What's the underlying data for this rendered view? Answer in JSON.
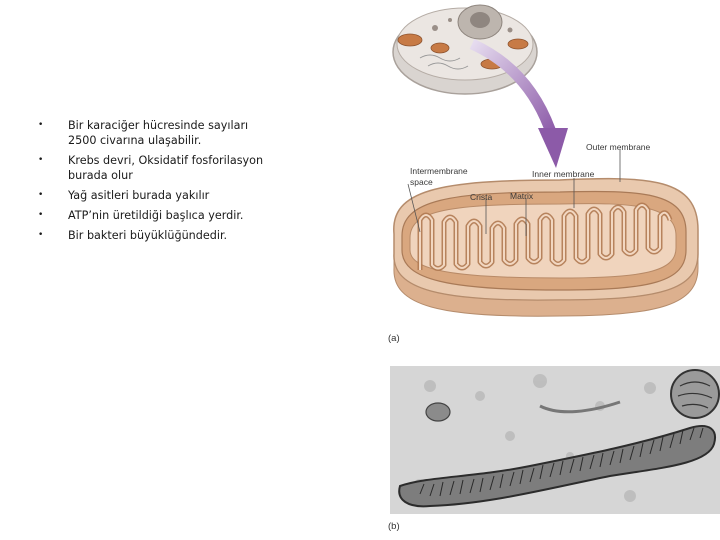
{
  "bullets": [
    "Bir karaciğer hücresinde sayıları 2500 civarına ulaşabilir.",
    "Krebs devri, Oksidatif fosforilasyon burada olur",
    "Yağ asitleri burada yakılır",
    "ATP’nin üretildiği başlıca yerdir.",
    "Bir bakteri büyüklüğündedir."
  ],
  "bullet_marker": "•",
  "figure": {
    "labels": {
      "outer_membrane": "Outer membrane",
      "intermembrane_space_line1": "Intermembrane",
      "intermembrane_space_line2": "space",
      "inner_membrane": "Inner membrane",
      "crista": "Crista",
      "matrix": "Matrix"
    },
    "panel_a": "(a)",
    "panel_b": "(b)"
  }
}
